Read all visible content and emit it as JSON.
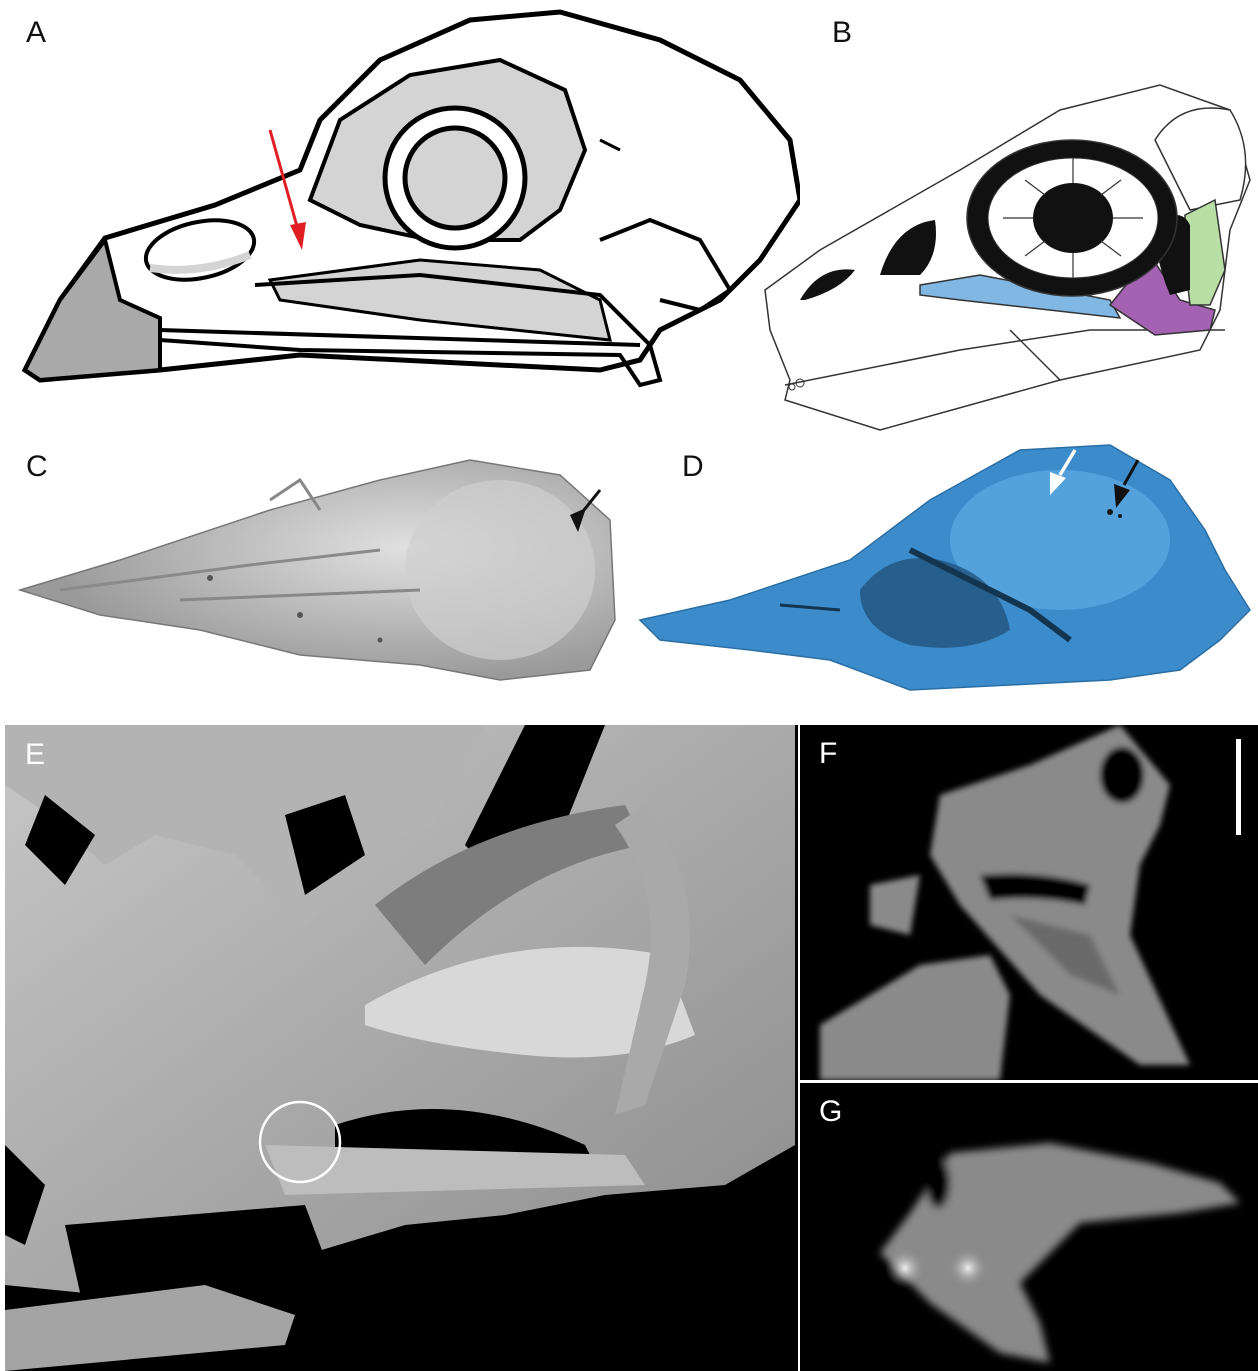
{
  "panels": {
    "A": {
      "label": "A",
      "colors": {
        "fill": "#d4d4d4",
        "beak": "#a9a9a9",
        "outline": "#000000",
        "arrow": "#e01e24"
      }
    },
    "B": {
      "label": "B",
      "colors": {
        "fill": "#111111",
        "blue": "#80b7e3",
        "purple": "#a561b2",
        "green": "#b9dea6",
        "outline": "#333333"
      }
    },
    "C": {
      "label": "C",
      "colors": {
        "surface": "#b8b8b8",
        "arrow": "#111111"
      }
    },
    "D": {
      "label": "D",
      "colors": {
        "surface": "#3c8ccc",
        "arrow_dark": "#111111",
        "arrow_light": "#ffffff"
      }
    },
    "E": {
      "label": "E",
      "colors": {
        "background": "#000000",
        "surface": "#9f9f9f",
        "circle": "#ffffff"
      }
    },
    "F": {
      "label": "F",
      "colors": {
        "background": "#000000",
        "tissue": "#8a8a8a",
        "scale_bar": "#ffffff"
      }
    },
    "G": {
      "label": "G",
      "colors": {
        "background": "#000000",
        "tissue": "#8a8a8a",
        "highlight": "#e6e6e6"
      }
    }
  }
}
